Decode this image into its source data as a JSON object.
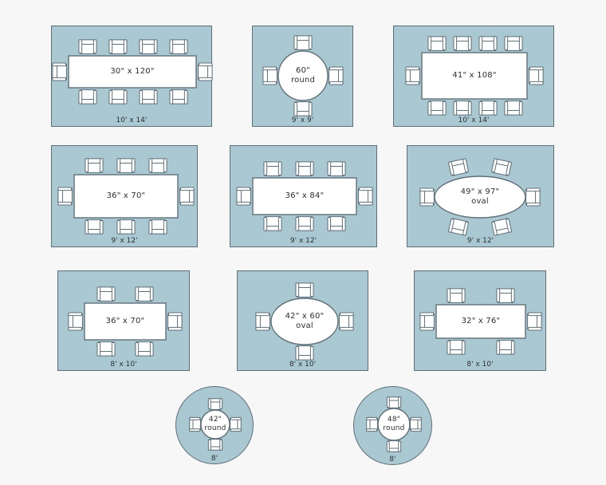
{
  "layouts": [
    {
      "table_label": "30\" x 120\"",
      "rug_size": "10' x 14'",
      "table_shape": "rectangle",
      "rug_shape": "rectangle",
      "chairs": 10
    },
    {
      "table_label": "60\"",
      "table_label_2": "round",
      "rug_size": "9' x 9'",
      "table_shape": "round",
      "rug_shape": "rectangle",
      "chairs": 4
    },
    {
      "table_label": "41\" x 108\"",
      "rug_size": "10' x 14'",
      "table_shape": "rectangle",
      "rug_shape": "rectangle",
      "chairs": 10
    },
    {
      "table_label": "36\" x 70\"",
      "rug_size": "9' x 12'",
      "table_shape": "rectangle",
      "rug_shape": "rectangle",
      "chairs": 8
    },
    {
      "table_label": "36\" x 84\"",
      "rug_size": "9' x 12'",
      "table_shape": "rectangle",
      "rug_shape": "rectangle",
      "chairs": 8
    },
    {
      "table_label": "49\" x 97\"",
      "table_label_2": "oval",
      "rug_size": "9' x 12'",
      "table_shape": "oval",
      "rug_shape": "rectangle",
      "chairs": 6
    },
    {
      "table_label": "36\" x 70\"",
      "rug_size": "8' x 10'",
      "table_shape": "rectangle",
      "rug_shape": "rectangle",
      "chairs": 6
    },
    {
      "table_label": "42\" x 60\"",
      "table_label_2": "oval",
      "rug_size": "8' x 10'",
      "table_shape": "oval",
      "rug_shape": "rectangle",
      "chairs": 4
    },
    {
      "table_label": "32\" x 76\"",
      "rug_size": "8' x 10'",
      "table_shape": "rectangle",
      "rug_shape": "rectangle",
      "chairs": 6
    },
    {
      "table_label": "42\"",
      "table_label_2": "round",
      "rug_size": "8'",
      "table_shape": "round",
      "rug_shape": "round",
      "chairs": 4
    },
    {
      "table_label": "48\"",
      "table_label_2": "round",
      "rug_size": "8'",
      "table_shape": "round",
      "rug_shape": "round",
      "chairs": 4
    }
  ],
  "colors": {
    "rug": "#aac8d2",
    "outline": "#5f6f78",
    "furniture": "#ffffff",
    "background": "#f7f7f7"
  }
}
